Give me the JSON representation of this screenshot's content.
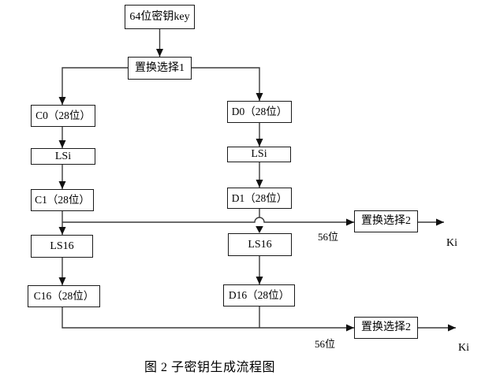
{
  "diagram": {
    "nodes": {
      "key": "64位密钥key",
      "pc1": "置换选择1",
      "c0": "C0（28位）",
      "d0": "D0（28位）",
      "lsi_left": "LSi",
      "lsi_right": "LSi",
      "c1": "C1（28位）",
      "d1": "D1（28位）",
      "ls16_left": "LS16",
      "ls16_right": "LS16",
      "c16": "C16（28位）",
      "d16": "D16（28位）",
      "pc2_upper": "置换选择2",
      "pc2_lower": "置换选择2"
    },
    "annotations": {
      "bits56_upper": "56位",
      "bits56_lower": "56位",
      "ki_upper": "Ki",
      "ki_lower": "Ki"
    },
    "caption": "图 2 子密钥生成流程图"
  },
  "colors": {
    "line": "#3a3a3a",
    "border": "#1a1a1a",
    "background": "#ffffff",
    "text": "#000000"
  }
}
